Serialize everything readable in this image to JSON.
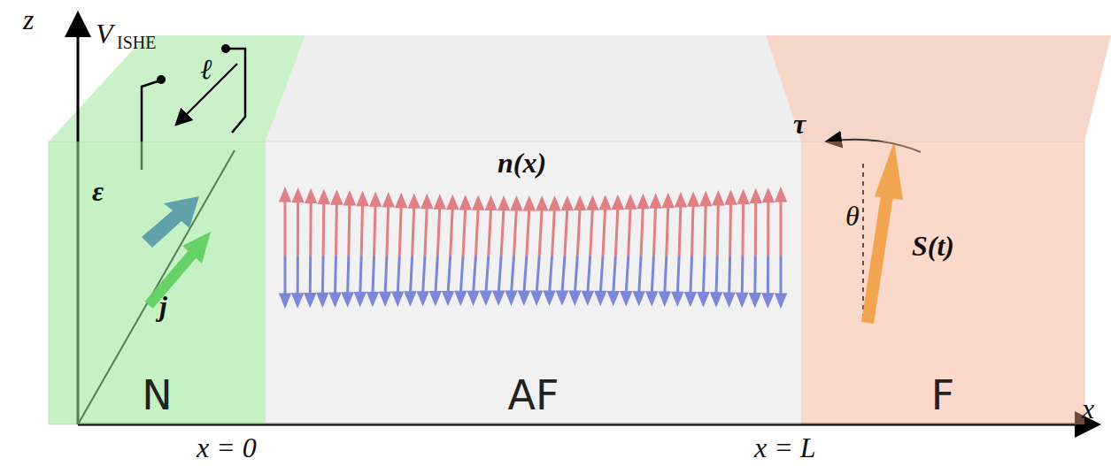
{
  "diagram": {
    "nodes": [
      {
        "text": [
          "N"
        ]
      },
      {
        "text": [
          "AF"
        ]
      },
      {
        "text": [
          "F"
        ]
      }
    ],
    "labels": [
      "z",
      "V",
      "ISHE",
      "ℓ",
      "ε",
      "j",
      "n(x)",
      "τ",
      "θ",
      "S(t)",
      "x",
      "x = 0",
      "x = L"
    ]
  }
}
